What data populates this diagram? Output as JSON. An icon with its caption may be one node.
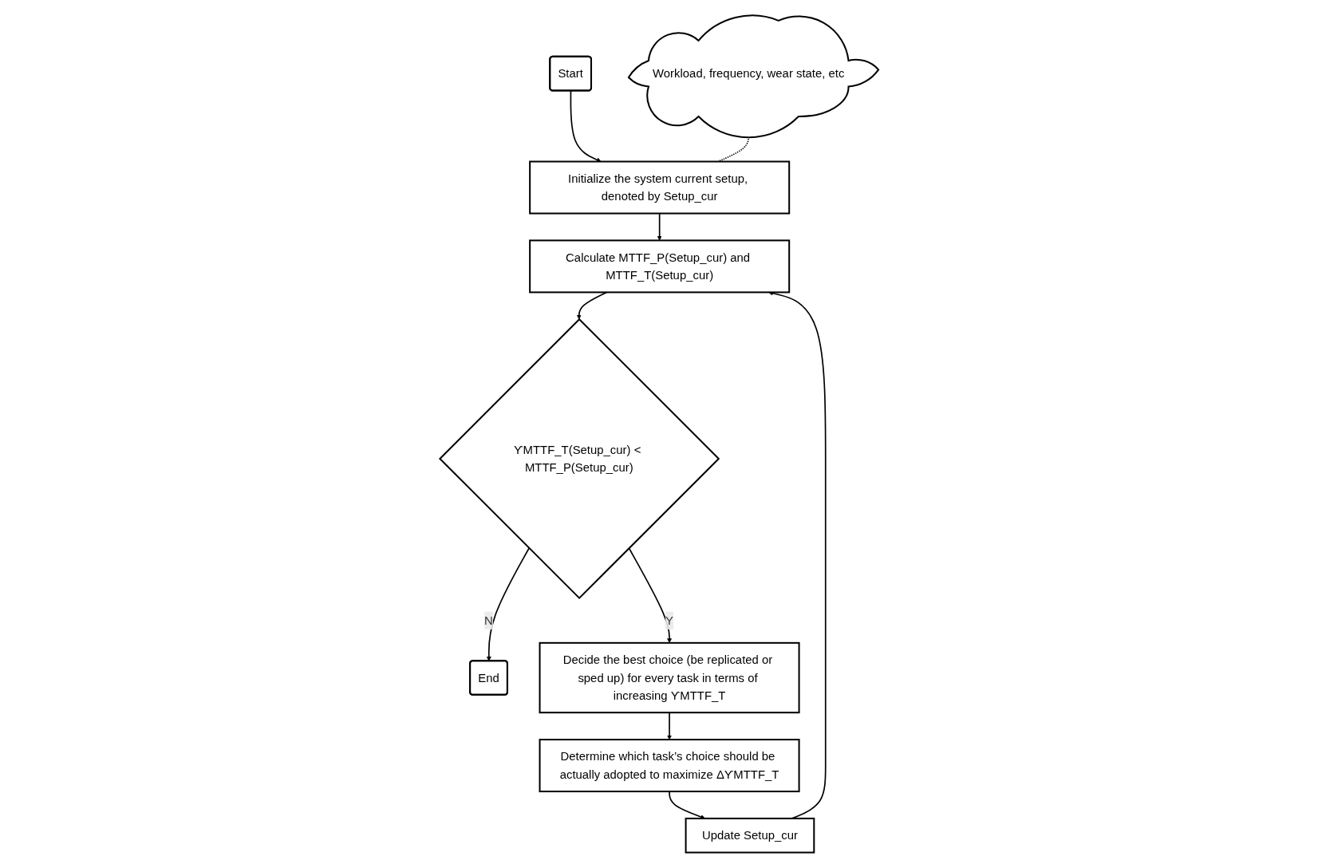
{
  "diagram": {
    "nodes": [
      {
        "text": [
          "Start"
        ]
      },
      {
        "text": [
          "Initialize the system current setup, denoted by Setup_cur"
        ]
      },
      {
        "text": [
          "Calculate MTTF_P(Setup_cur) and MTTF_T(Setup_cur)"
        ]
      },
      {
        "text": [
          "ϒMTTF_T(Setup_cur) < MTTF_P(Setup_cur)"
        ]
      },
      {
        "text": [
          "End"
        ]
      },
      {
        "text": [
          "Decide the best choice (be replicated or sped up) for every task in terms of increasing ϒMTTF_T"
        ]
      },
      {
        "text": [
          "Determine which task’s choice should be actually adopted to maximize ΔϒMTTF_T"
        ]
      },
      {
        "text": [
          "Update Setup_cur"
        ]
      },
      {
        "text": [
          "Workload, frequency, wear state, etc"
        ]
      }
    ],
    "edges": [
      {
        "from": 0,
        "to": 1,
        "arrow": "to"
      },
      {
        "from": 1,
        "to": 2,
        "arrow": "to"
      },
      {
        "from": 2,
        "to": 3,
        "arrow": "to"
      },
      {
        "from": 3,
        "to": 4,
        "arrow": "to",
        "label": "N"
      },
      {
        "from": 3,
        "to": 5,
        "arrow": "to",
        "label": "Y"
      },
      {
        "from": 5,
        "to": 6,
        "arrow": "to"
      },
      {
        "from": 6,
        "to": 7,
        "arrow": "to"
      },
      {
        "from": 7,
        "to": 2,
        "arrow": "to"
      },
      {
        "from": 8,
        "to": 1,
        "arrow": "none",
        "style": "dashed"
      }
    ]
  }
}
